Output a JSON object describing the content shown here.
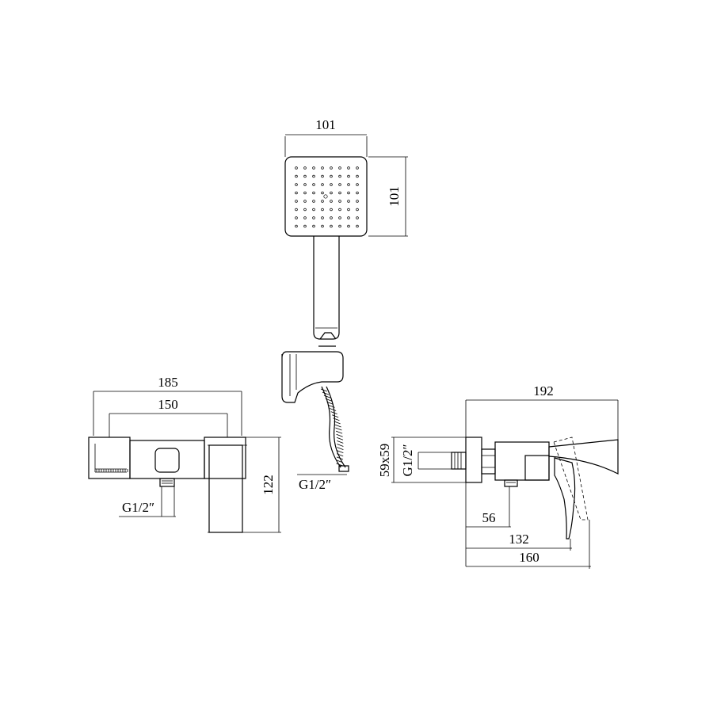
{
  "shower_head": {
    "width_label": "101",
    "height_label": "101",
    "hose_thread_label": "G1/2″"
  },
  "front_view": {
    "overall_width_label": "185",
    "inlet_spacing_label": "150",
    "height_label": "122",
    "thread_label": "G1/2″"
  },
  "side_view": {
    "overall_length_label": "192",
    "square_label": "59x59",
    "thread_label": "G1/2″",
    "outlet_offset_label": "56",
    "handle_reach_label": "132",
    "spout_reach_label": "160"
  }
}
